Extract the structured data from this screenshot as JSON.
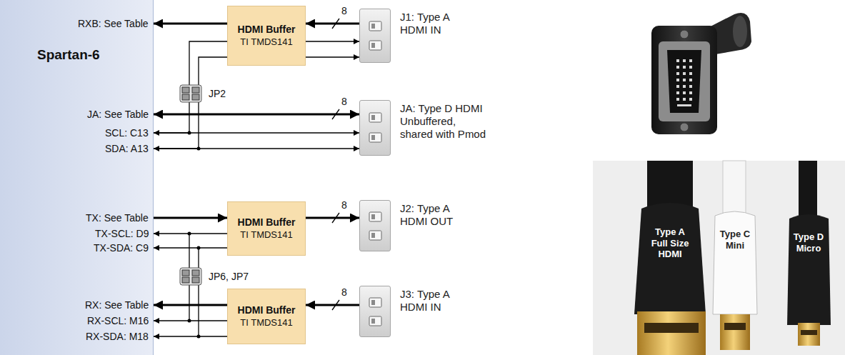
{
  "diagram": {
    "nodes": [
      {
        "text": [
          "Spartan-6"
        ]
      },
      {
        "text": [
          "HDMI Buffer",
          "TI TMDS141"
        ]
      },
      {
        "text": [
          "J1: Type A HDMI IN"
        ]
      },
      {
        "text": [
          "JA: Type D HDMI Unbuffered, shared with Pmod"
        ]
      },
      {
        "text": [
          "HDMI Buffer",
          "TI TMDS141"
        ]
      },
      {
        "text": [
          "J2: Type A HDMI OUT"
        ]
      },
      {
        "text": [
          "HDMI Buffer",
          "TI TMDS141"
        ]
      },
      {
        "text": [
          "J3: Type A HDMI IN"
        ]
      }
    ],
    "edges": [
      {
        "from": 2,
        "to": 1,
        "arrow": "to",
        "label": "8"
      },
      {
        "from": 1,
        "to": 0,
        "arrow": "to"
      },
      {
        "from": 0,
        "to": 2,
        "arrow": "to"
      },
      {
        "from": 0,
        "to": 2,
        "arrow": "to"
      },
      {
        "from": 0,
        "to": 3,
        "arrow": "both",
        "label": "8"
      },
      {
        "from": 0,
        "to": 3,
        "arrow": "both"
      },
      {
        "from": 0,
        "to": 3,
        "arrow": "both"
      },
      {
        "from": 0,
        "to": 4,
        "arrow": "to"
      },
      {
        "from": 4,
        "to": 5,
        "arrow": "to",
        "label": "8"
      },
      {
        "from": 4,
        "to": 0,
        "arrow": "to"
      },
      {
        "from": 4,
        "to": 0,
        "arrow": "to"
      },
      {
        "from": 7,
        "to": 6,
        "arrow": "to",
        "label": "8"
      },
      {
        "from": 6,
        "to": 0,
        "arrow": "to"
      },
      {
        "from": 6,
        "to": 0,
        "arrow": "to"
      },
      {
        "from": 6,
        "to": 0,
        "arrow": "to"
      }
    ],
    "labels": [
      "RXB: See Table",
      "JP2",
      "JA: See Table",
      "SCL: C13",
      "SDA: A13",
      "TX: See Table",
      "TX-SCL: D9",
      "TX-SDA: C9",
      "JP6, JP7",
      "RX: See Table",
      "RX-SCL: M16",
      "RX-SDA: M18",
      "Type A Full Size HDMI",
      "Type C Mini",
      "Type D Micro"
    ]
  }
}
